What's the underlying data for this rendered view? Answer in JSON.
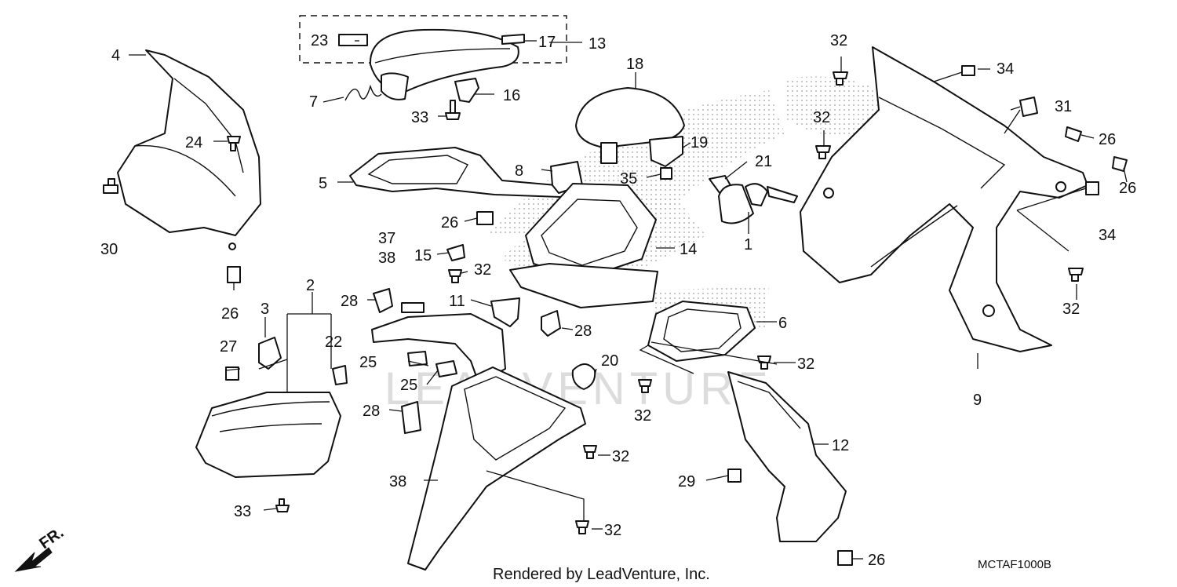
{
  "diagram": {
    "callouts": {
      "c1": "1",
      "c2": "2",
      "c3": "3",
      "c4": "4",
      "c5": "5",
      "c6": "6",
      "c7": "7",
      "c8": "8",
      "c9": "9",
      "c11": "11",
      "c12": "12",
      "c13": "13",
      "c14": "14",
      "c15": "15",
      "c16": "16",
      "c17": "17",
      "c18": "18",
      "c19": "19",
      "c20": "20",
      "c21": "21",
      "c22": "22",
      "c23": "23",
      "c24": "24",
      "c25a": "25",
      "c25b": "25",
      "c26a": "26",
      "c26b": "26",
      "c26c": "26",
      "c26d": "26",
      "c26e": "26",
      "c27": "27",
      "c28a": "28",
      "c28b": "28",
      "c28c": "28",
      "c29": "29",
      "c30": "30",
      "c31": "31",
      "c32a": "32",
      "c32b": "32",
      "c32c": "32",
      "c32d": "32",
      "c32e": "32",
      "c32f": "32",
      "c32g": "32",
      "c32h": "32",
      "c33a": "33",
      "c33b": "33",
      "c34a": "34",
      "c34b": "34",
      "c35": "35",
      "c37": "37",
      "c38a": "38",
      "c38b": "38"
    },
    "direction_label": "FR.",
    "watermark": "LEADVENTURE",
    "footer_credit": "Rendered by LeadVenture, Inc.",
    "diagram_code": "MCTAF1000B"
  }
}
